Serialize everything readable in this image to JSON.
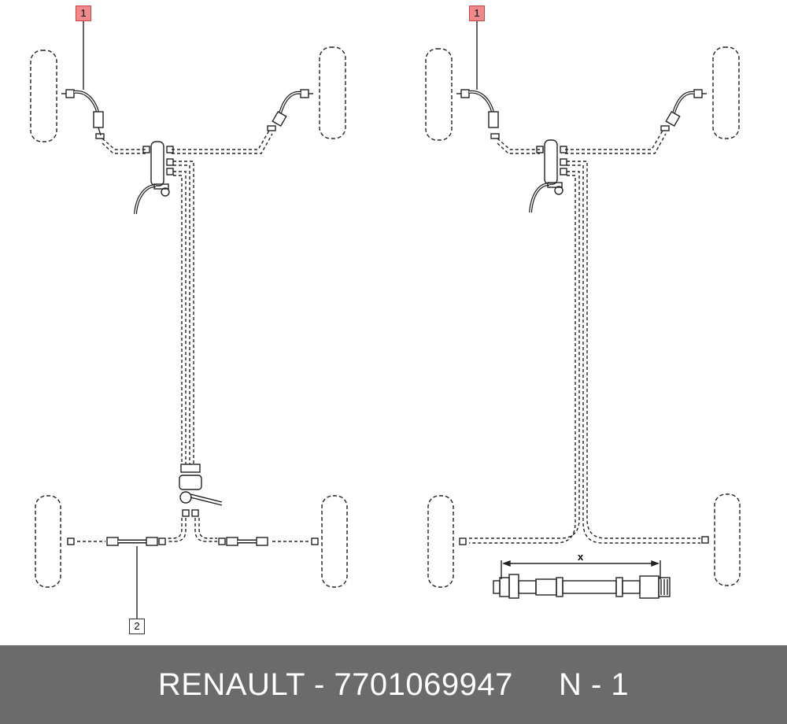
{
  "callouts": {
    "left_1": "1",
    "right_1": "1",
    "left_2": "2"
  },
  "dimension_label": "x",
  "footer": {
    "brand": "RENAULT",
    "separator": " - ",
    "part_number": "7701069947",
    "gap": "     ",
    "position_code": "N - 1"
  },
  "colors": {
    "highlight_fill": "#f08a8a",
    "footer_background": "#6b6b6b",
    "footer_text": "#ffffff",
    "line": "#222222"
  }
}
